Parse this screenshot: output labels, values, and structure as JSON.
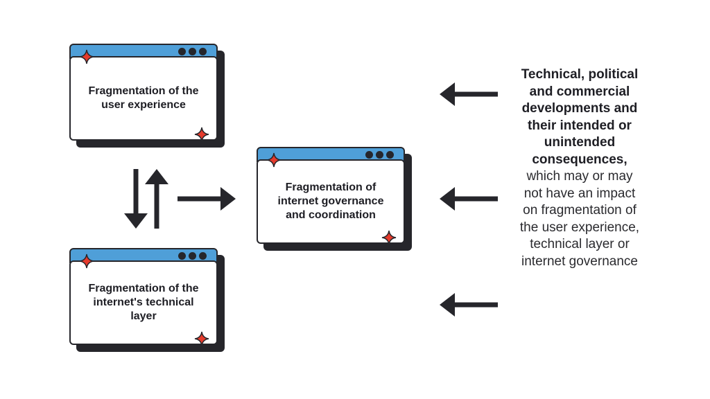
{
  "colors": {
    "window_bar": "#4f9fd8",
    "outline": "#26262b",
    "sparkle": "#e53b2c",
    "arrow": "#26262b"
  },
  "windows": [
    {
      "id": "user-experience",
      "label": "Fragmentation of the user experience"
    },
    {
      "id": "internet-governance",
      "label": "Fragmentation of internet governance and coordination"
    },
    {
      "id": "technical-layer",
      "label": "Fragmentation of the internet's technical layer"
    }
  ],
  "icons": [
    "sparkle-icon",
    "window-dots-icon",
    "arrow-left-icon",
    "arrow-right-icon",
    "arrow-up-icon",
    "arrow-down-icon"
  ],
  "side_text": {
    "bold": "Technical, political and commercial developments and their intended or unintended consequences,",
    "regular": "which may or may not have an impact on fragmentation of the user experience, technical layer or internet governance"
  }
}
